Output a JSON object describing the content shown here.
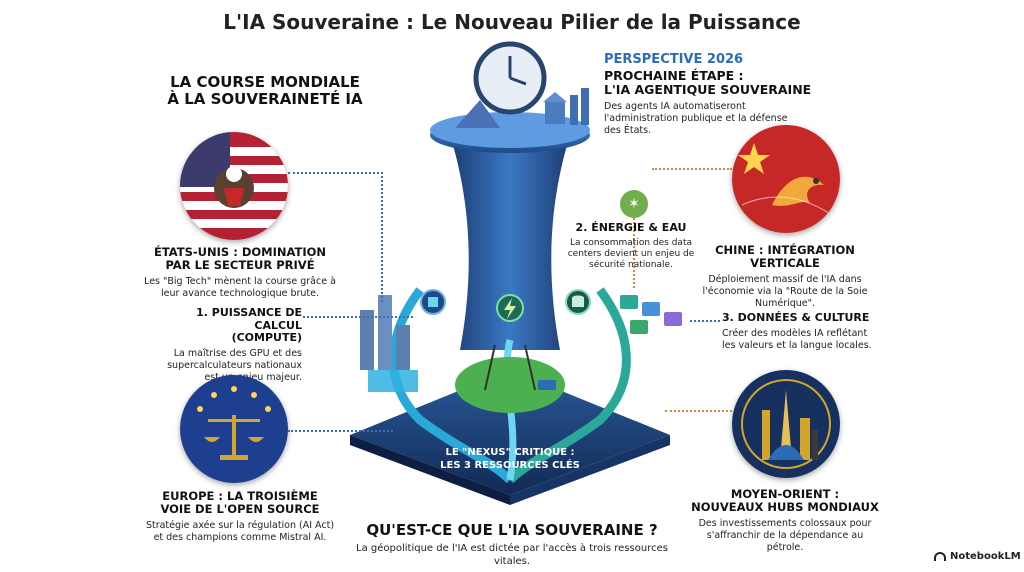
{
  "title": "L'IA Souveraine : Le Nouveau Pilier de la Puissance",
  "left_header": {
    "line1": "LA COURSE MONDIALE",
    "line2": "À LA SOUVERAINETÉ IA"
  },
  "perspective": {
    "label": "PERSPECTIVE 2026",
    "heading_line1": "PROCHAINE ÉTAPE :",
    "heading_line2": "L'IA AGENTIQUE SOUVERAINE",
    "text": "Des agents IA automatiseront l'administration publique et la défense des États."
  },
  "usa": {
    "heading_line1": "ÉTATS-UNIS : DOMINATION",
    "heading_line2": "PAR LE SECTEUR PRIVÉ",
    "text": "Les \"Big Tech\" mènent la course grâce à leur avance technologique brute."
  },
  "compute": {
    "heading_line1": "1. PUISSANCE DE CALCUL",
    "heading_line2": "(COMPUTE)",
    "text": "La maîtrise des GPU et des supercalculateurs nationaux est un enjeu majeur."
  },
  "energy": {
    "heading": "2. ÉNERGIE & EAU",
    "text": "La consommation des data centers devient un enjeu de sécurité nationale."
  },
  "china": {
    "heading_line1": "CHINE : INTÉGRATION",
    "heading_line2": "VERTICALE",
    "text": "Déploiement massif de l'IA dans l'économie via la \"Route de la Soie Numérique\"."
  },
  "data_culture": {
    "heading": "3. DONNÉES & CULTURE",
    "text": "Créer des modèles IA reflétant les valeurs et la langue locales."
  },
  "europe": {
    "heading_line1": "EUROPE : LA TROISIÈME",
    "heading_line2": "VOIE DE L'OPEN SOURCE",
    "text": "Stratégie axée sur la régulation (AI Act) et des champions comme Mistral AI."
  },
  "nexus": {
    "line1": "LE \"NEXUS\" CRITIQUE :",
    "line2": "LES 3 RESSOURCES CLÉS"
  },
  "middle_east": {
    "heading_line1": "MOYEN-ORIENT :",
    "heading_line2": "NOUVEAUX HUBS MONDIAUX",
    "text": "Des investissements colossaux pour s'affranchir de la dépendance au pétrole."
  },
  "question": {
    "heading": "QU'EST-CE QUE L'IA SOUVERAINE ?",
    "text": "La géopolitique de l'IA est dictée par l'accès à trois ressources vitales."
  },
  "brand": "NotebookLM",
  "colors": {
    "navy": "#1e3a6e",
    "blue": "#2d6bb5",
    "teal": "#2aa89a",
    "orange": "#d8893a",
    "red": "#c62828",
    "gold": "#d4a52c"
  }
}
